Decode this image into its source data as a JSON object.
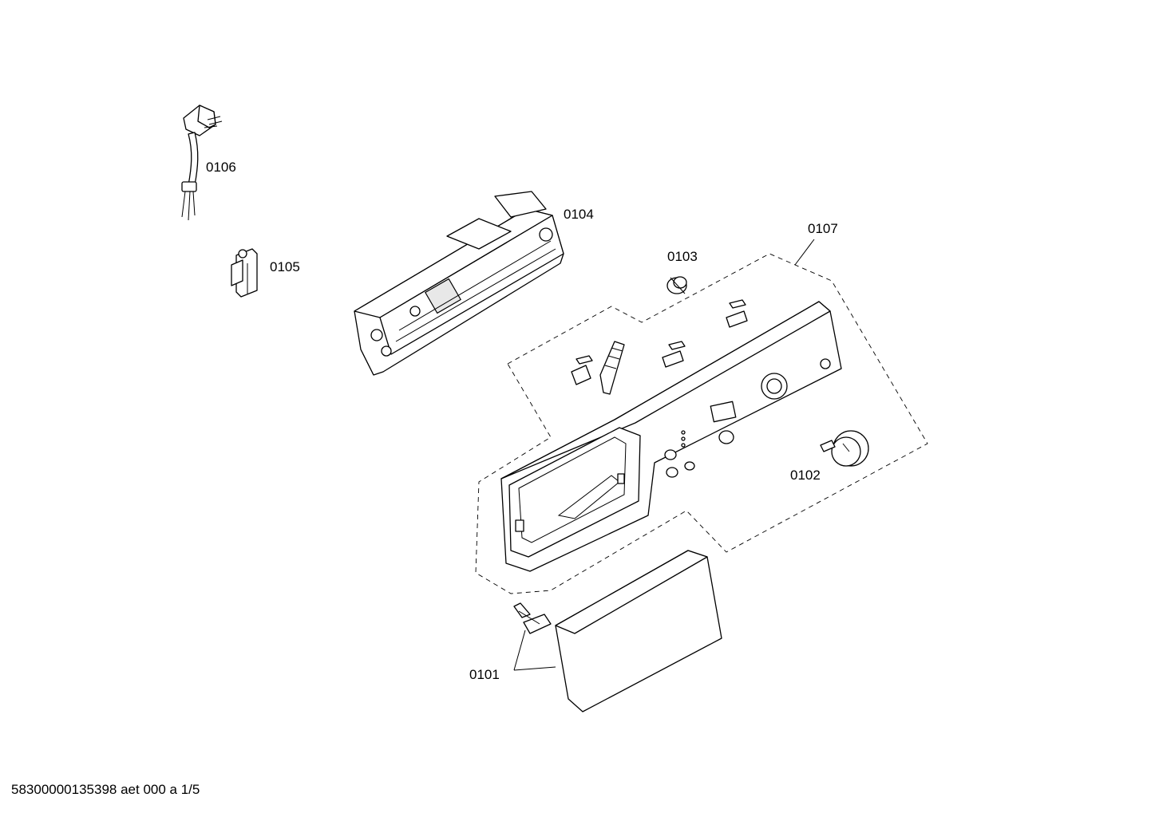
{
  "parts": [
    {
      "id": "0101",
      "label": "0101"
    },
    {
      "id": "0102",
      "label": "0102"
    },
    {
      "id": "0103",
      "label": "0103"
    },
    {
      "id": "0104",
      "label": "0104"
    },
    {
      "id": "0105",
      "label": "0105"
    },
    {
      "id": "0106",
      "label": "0106"
    },
    {
      "id": "0107",
      "label": "0107"
    }
  ],
  "footer": {
    "drawing_ref": "58300000135398 aet 000 a 1/5"
  }
}
